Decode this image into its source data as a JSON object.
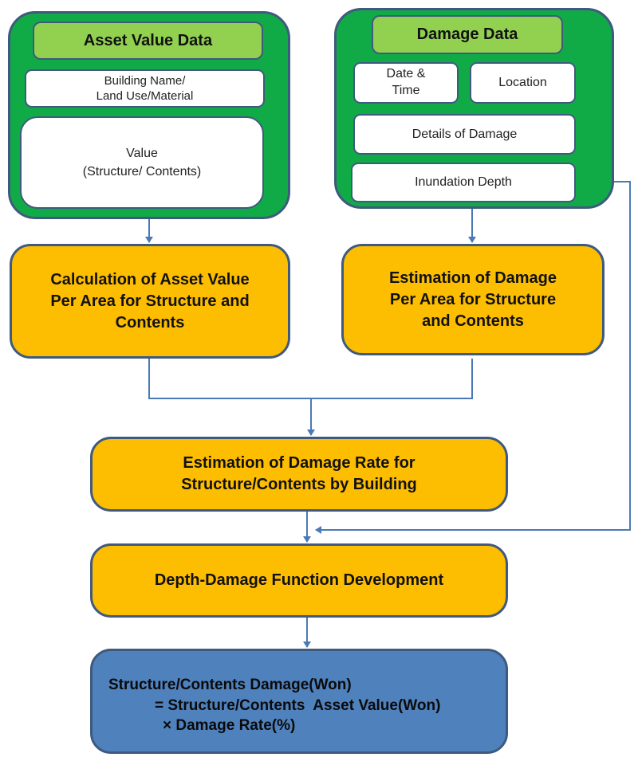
{
  "asset_panel": {
    "title": "Asset Value Data",
    "building_line1": "Building Name/",
    "building_line2": "Land Use/Material",
    "value_line1": "Value",
    "value_line2": "(Structure/ Contents)"
  },
  "damage_panel": {
    "title": "Damage Data",
    "date_line1": "Date &",
    "date_line2": "Time",
    "location": "Location",
    "details": "Details of Damage",
    "inundation": "Inundation Depth"
  },
  "calc_asset": {
    "line1": "Calculation of Asset Value",
    "line2": "Per Area for Structure and",
    "line3": "Contents"
  },
  "est_damage": {
    "line1": "Estimation of Damage",
    "line2": "Per Area for Structure",
    "line3": "and Contents"
  },
  "est_rate": {
    "line1": "Estimation of Damage Rate for",
    "line2": "Structure/Contents by Building"
  },
  "ddf": {
    "label": "Depth-Damage Function Development"
  },
  "result": {
    "line1": "Structure/Contents Damage(Won)",
    "line2": "= Structure/Contents  Asset Value(Won)",
    "line3": "× Damage Rate(%)"
  },
  "colors": {
    "panel_green": "#10ab47",
    "header_green": "#92d050",
    "process_orange": "#fdbd00",
    "result_blue": "#4f81bd",
    "border_navy": "#3e5a7e",
    "arrow_blue": "#4a7ab5"
  }
}
